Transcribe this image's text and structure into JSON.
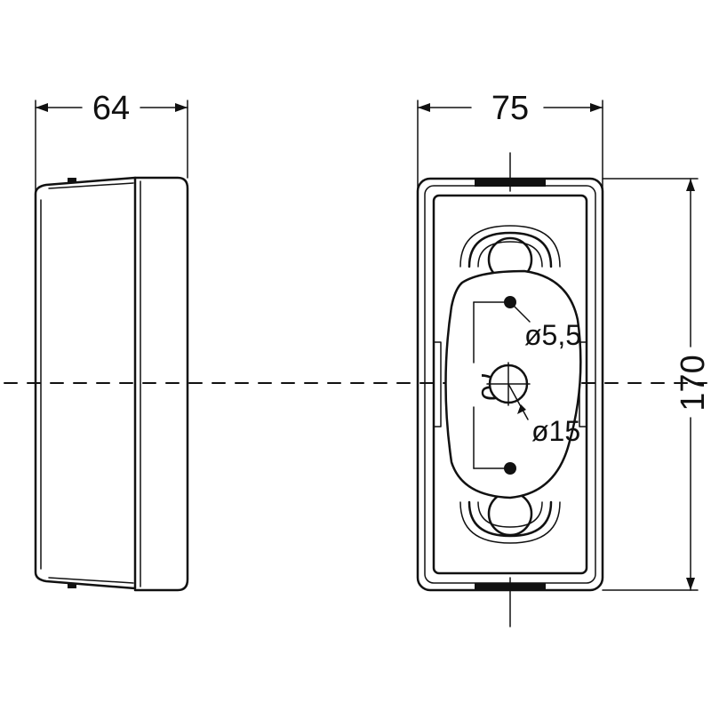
{
  "diagram": {
    "dimensions": {
      "side_width": "64",
      "front_width": "75",
      "front_height": "170",
      "mount_spacing": "70",
      "screw_hole": "ø5,5",
      "cable_hole": "ø15"
    },
    "line_color": "#111111",
    "background": "#ffffff"
  }
}
